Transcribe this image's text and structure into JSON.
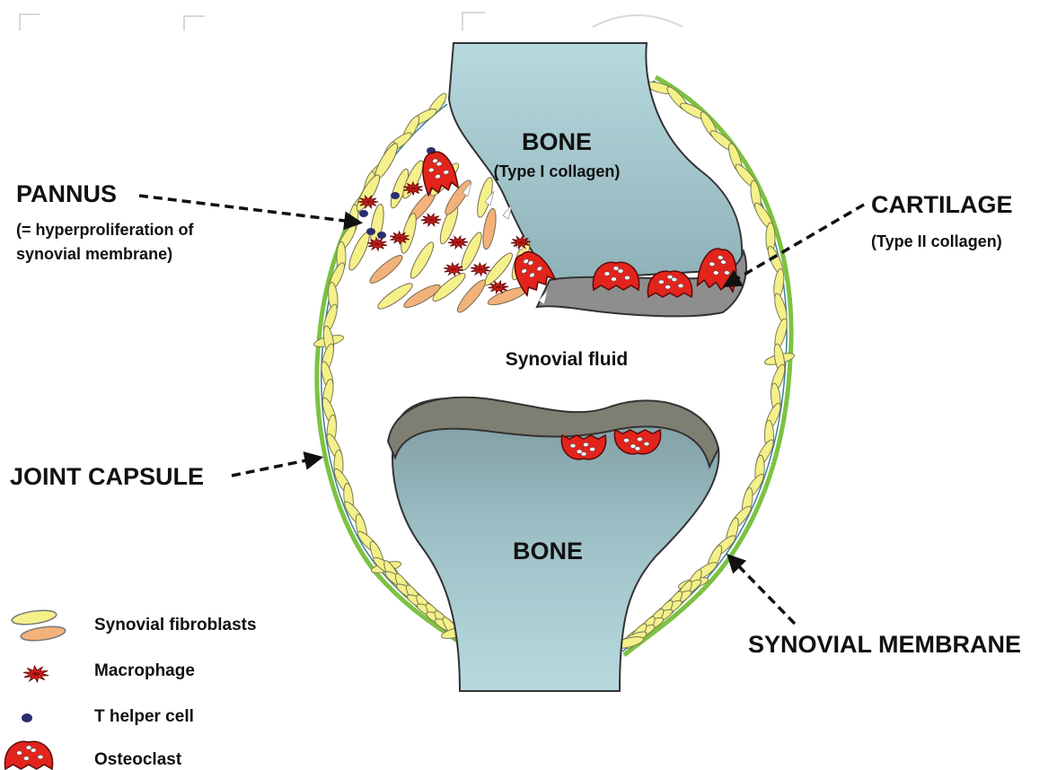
{
  "labels": {
    "bone_top": "BONE",
    "bone_top_sub": "(Type I collagen)",
    "bone_bottom": "BONE",
    "pannus": "PANNUS",
    "pannus_sub_1": "(= hyperproliferation of",
    "pannus_sub_2": "synovial membrane)",
    "cartilage": "CARTILAGE",
    "cartilage_sub": "(Type II collagen)",
    "synovial_fluid": "Synovial fluid",
    "joint_capsule": "JOINT CAPSULE",
    "synovial_membrane": "SYNOVIAL MEMBRANE"
  },
  "legend": {
    "items": [
      {
        "label": "Synovial fibroblasts",
        "icon": "fibroblast-icon"
      },
      {
        "label": "Macrophage",
        "icon": "macrophage-icon"
      },
      {
        "label": "T helper cell",
        "icon": "t-helper-cell-icon"
      },
      {
        "label": "Osteoclast",
        "icon": "osteoclast-icon"
      }
    ]
  },
  "colors": {
    "bone": "#a8cfd6",
    "cartilage": "#8f8f8f",
    "capsule": "#7cc242",
    "fibroblast_yellow": "#f4f08a",
    "fibroblast_orange": "#f2b27a",
    "macrophage": "#e0201b",
    "osteoclast": "#e3241c",
    "t_helper": "#2b2e6e"
  }
}
